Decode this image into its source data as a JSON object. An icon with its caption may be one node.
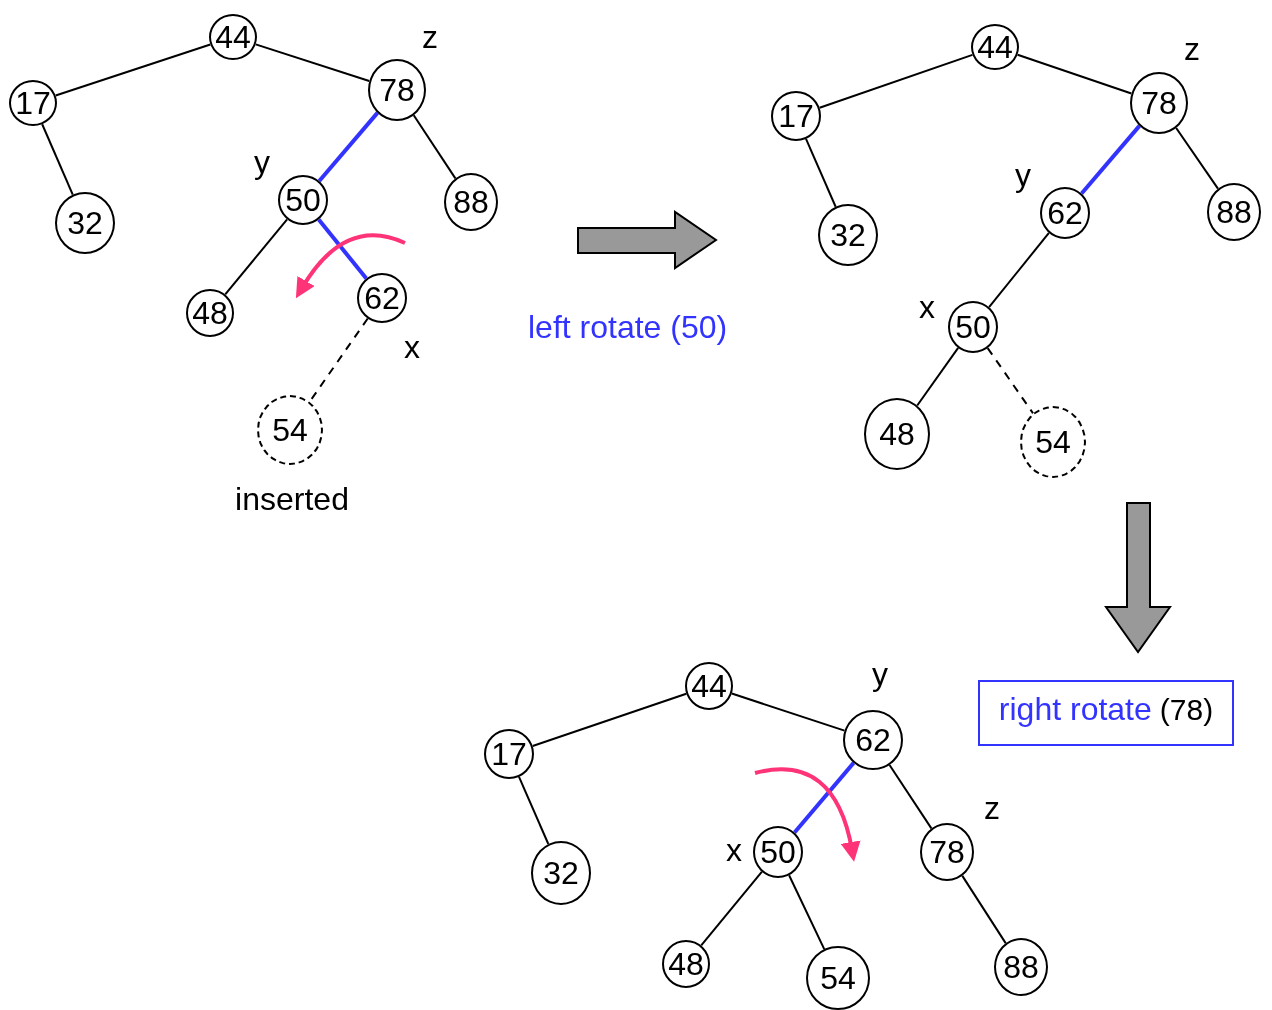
{
  "diagram": {
    "nodes": [
      {
        "text": [
          "44"
        ]
      },
      {
        "text": [
          "17"
        ]
      },
      {
        "text": [
          "78"
        ],
        "beside": [
          "z"
        ]
      },
      {
        "text": [
          "32"
        ]
      },
      {
        "text": [
          "50"
        ],
        "beside": [
          "y"
        ]
      },
      {
        "text": [
          "88"
        ]
      },
      {
        "text": [
          "48"
        ]
      },
      {
        "text": [
          "62"
        ],
        "beside": [
          "x"
        ]
      },
      {
        "text": [
          "54"
        ],
        "beside": [
          "inserted"
        ]
      },
      {
        "text": [
          "44"
        ]
      },
      {
        "text": [
          "17"
        ]
      },
      {
        "text": [
          "78"
        ],
        "beside": [
          "z"
        ]
      },
      {
        "text": [
          "32"
        ]
      },
      {
        "text": [
          "62"
        ],
        "beside": [
          "y"
        ]
      },
      {
        "text": [
          "88"
        ]
      },
      {
        "text": [
          "50"
        ],
        "beside": [
          "x"
        ]
      },
      {
        "text": [
          "48"
        ]
      },
      {
        "text": [
          "54"
        ]
      },
      {
        "text": [
          "right rotate",
          "(78)"
        ]
      },
      {
        "text": [
          "44"
        ]
      },
      {
        "text": [
          "17"
        ]
      },
      {
        "text": [
          "62"
        ],
        "beside": [
          "y"
        ]
      },
      {
        "text": [
          "32"
        ]
      },
      {
        "text": [
          "50"
        ],
        "beside": [
          "x"
        ]
      },
      {
        "text": [
          "78"
        ],
        "beside": [
          "z"
        ]
      },
      {
        "text": [
          "48"
        ]
      },
      {
        "text": [
          "54"
        ]
      },
      {
        "text": [
          "88"
        ]
      }
    ],
    "edges": [
      {
        "from": 0,
        "to": 1,
        "arrow": "none"
      },
      {
        "from": 0,
        "to": 2,
        "arrow": "none"
      },
      {
        "from": 1,
        "to": 3,
        "arrow": "none"
      },
      {
        "from": 2,
        "to": 4,
        "arrow": "none",
        "style": "thick",
        "color": "#3333ff"
      },
      {
        "from": 2,
        "to": 5,
        "arrow": "none"
      },
      {
        "from": 4,
        "to": 6,
        "arrow": "none"
      },
      {
        "from": 4,
        "to": 7,
        "arrow": "none",
        "style": "thick",
        "color": "#3333ff"
      },
      {
        "from": 7,
        "to": 8,
        "arrow": "none",
        "style": "dashed"
      },
      {
        "from": 9,
        "to": 10,
        "arrow": "none"
      },
      {
        "from": 9,
        "to": 11,
        "arrow": "none"
      },
      {
        "from": 10,
        "to": 12,
        "arrow": "none"
      },
      {
        "from": 11,
        "to": 13,
        "arrow": "none",
        "style": "thick",
        "color": "#3333ff"
      },
      {
        "from": 11,
        "to": 14,
        "arrow": "none"
      },
      {
        "from": 13,
        "to": 15,
        "arrow": "none"
      },
      {
        "from": 15,
        "to": 16,
        "arrow": "none"
      },
      {
        "from": 15,
        "to": 17,
        "arrow": "none",
        "style": "dashed"
      },
      {
        "from": 19,
        "to": 20,
        "arrow": "none"
      },
      {
        "from": 19,
        "to": 21,
        "arrow": "none"
      },
      {
        "from": 20,
        "to": 22,
        "arrow": "none"
      },
      {
        "from": 21,
        "to": 23,
        "arrow": "none",
        "style": "thick",
        "color": "#3333ff"
      },
      {
        "from": 21,
        "to": 24,
        "arrow": "none"
      },
      {
        "from": 23,
        "to": 25,
        "arrow": "none"
      },
      {
        "from": 23,
        "to": 26,
        "arrow": "none"
      },
      {
        "from": 24,
        "to": 27,
        "arrow": "none"
      }
    ],
    "labels": [
      "left rotate (50)"
    ]
  }
}
